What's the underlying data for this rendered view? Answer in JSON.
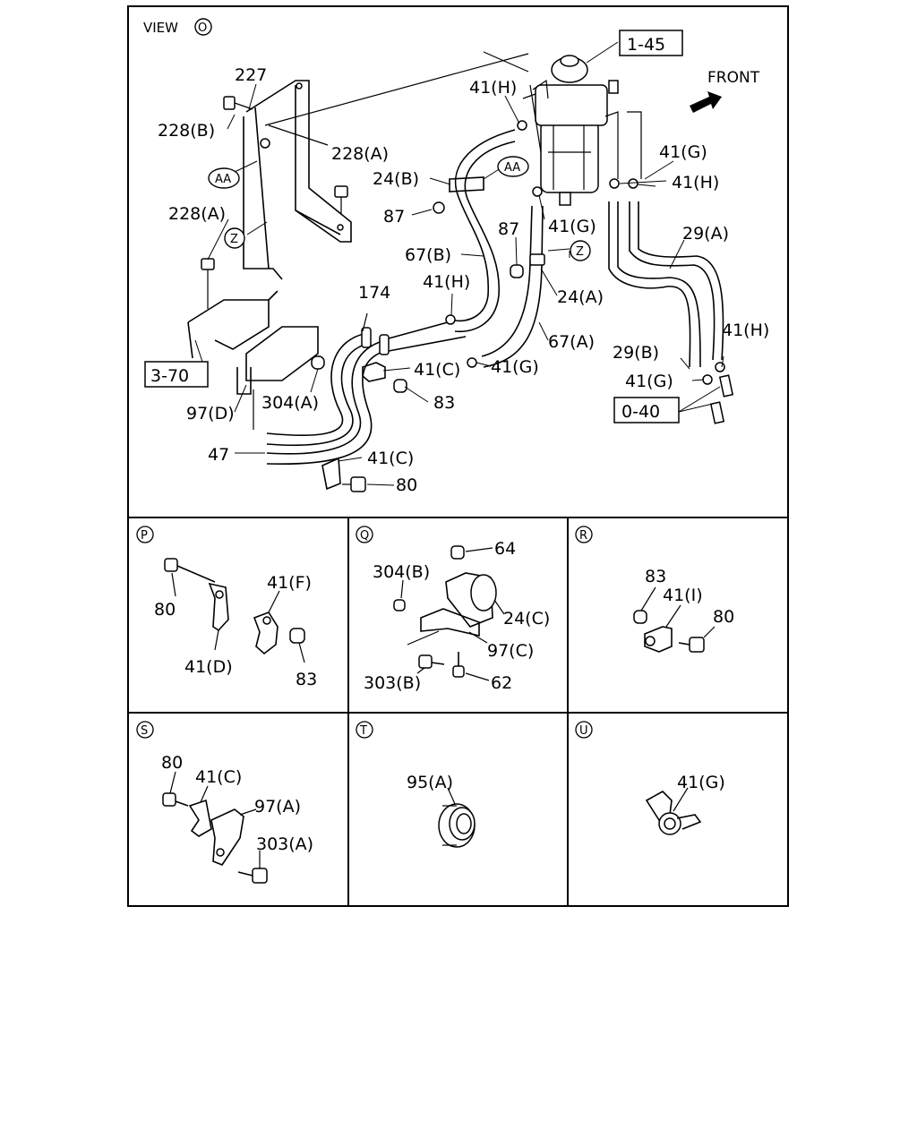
{
  "view_title": "VIEW",
  "view_circle": "O",
  "front_label": "FRONT",
  "main_labels": {
    "l_1_45": "1-45",
    "l_227": "227",
    "l_228b": "228(B)",
    "l_228a_1": "228(A)",
    "l_aa_1": "AA",
    "l_aa_2": "AA",
    "l_228a_2": "228(A)",
    "l_z_1": "Z",
    "l_z_2": "Z",
    "l_41h_1": "41(H)",
    "l_24b": "24(B)",
    "l_87_1": "87",
    "l_87_2": "87",
    "l_41g_1": "41(G)",
    "l_41g_2": "41(G)",
    "l_41h_2": "41(H)",
    "l_29a": "29(A)",
    "l_67b": "67(B)",
    "l_41h_3": "41(H)",
    "l_174": "174",
    "l_24a": "24(A)",
    "l_67a": "67(A)",
    "l_41h_4": "41(H)",
    "l_29b": "29(B)",
    "l_41c_1": "41(C)",
    "l_41g_3": "41(G)",
    "l_41g_4": "41(G)",
    "l_3_70": "3-70",
    "l_0_40": "0-40",
    "l_304a": "304(A)",
    "l_83_1": "83",
    "l_97d": "97(D)",
    "l_47": "47",
    "l_41c_2": "41(C)",
    "l_80_1": "80"
  },
  "panels": {
    "p": {
      "circle": "P",
      "labels": {
        "a": "80",
        "b": "41(F)",
        "c": "41(D)",
        "d": "83"
      }
    },
    "q": {
      "circle": "Q",
      "labels": {
        "a": "64",
        "b": "304(B)",
        "c": "24(C)",
        "d": "97(C)",
        "e": "303(B)",
        "f": "62"
      }
    },
    "r": {
      "circle": "R",
      "labels": {
        "a": "83",
        "b": "41(I)",
        "c": "80"
      }
    },
    "s": {
      "circle": "S",
      "labels": {
        "a": "80",
        "b": "41(C)",
        "c": "97(A)",
        "d": "303(A)"
      }
    },
    "t": {
      "circle": "T",
      "labels": {
        "a": "95(A)"
      }
    },
    "u": {
      "circle": "U",
      "labels": {
        "a": "41(G)"
      }
    }
  }
}
